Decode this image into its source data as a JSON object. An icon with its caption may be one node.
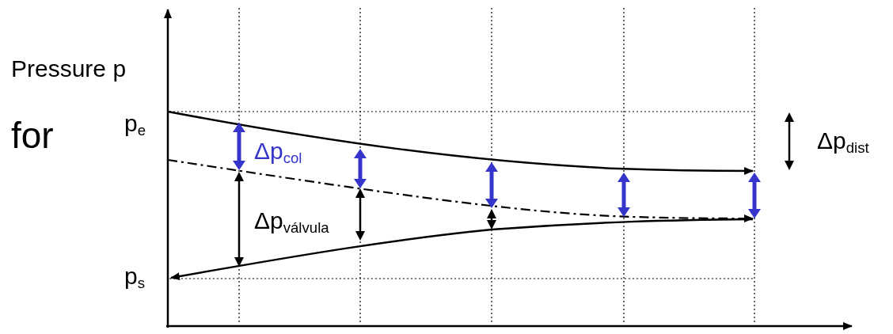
{
  "diagram": {
    "labels": [
      "Pressure p",
      "for",
      "p$_{e}$",
      "Δp$_{col}$",
      "Δp$_{dist}$",
      "Δp$_{válvula}$",
      "p$_{s}$"
    ]
  }
}
